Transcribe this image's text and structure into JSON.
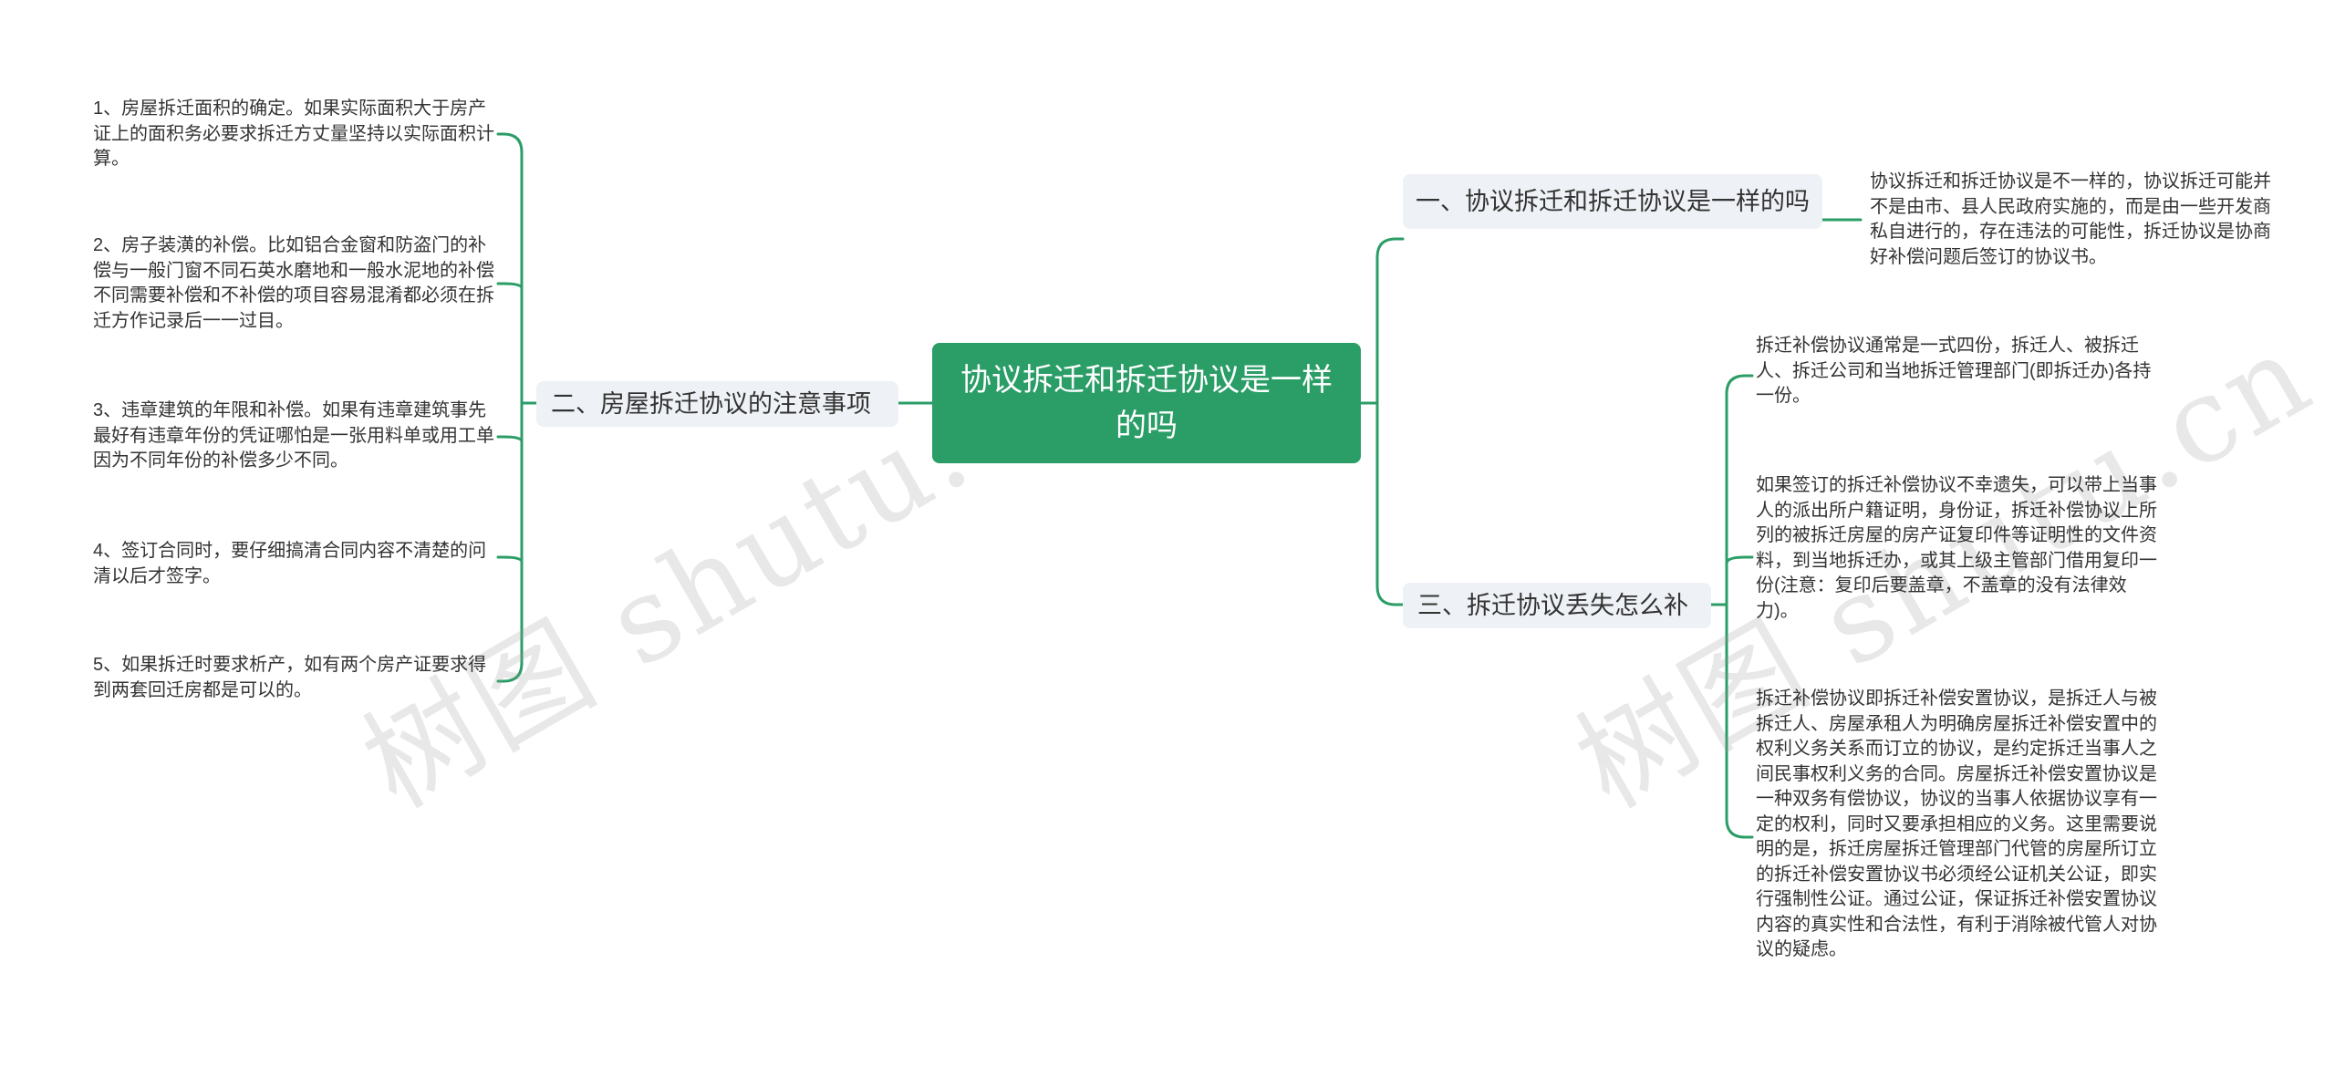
{
  "center": {
    "title": "协议拆迁和拆迁协议是一样的吗"
  },
  "branches": {
    "b1": {
      "label": "一、协议拆迁和拆迁协议是一样的吗"
    },
    "b2": {
      "label": "二、房屋拆迁协议的注意事项"
    },
    "b3": {
      "label": "三、拆迁协议丢失怎么补"
    }
  },
  "leaves": {
    "b1": [
      "协议拆迁和拆迁协议是不一样的，协议拆迁可能并不是由市、县人民政府实施的，而是由一些开发商私自进行的，存在违法的可能性，拆迁协议是协商好补偿问题后签订的协议书。"
    ],
    "b2": [
      "1、房屋拆迁面积的确定。如果实际面积大于房产证上的面积务必要求拆迁方丈量坚持以实际面积计算。",
      "2、房子装潢的补偿。比如铝合金窗和防盗门的补偿与一般门窗不同石英水磨地和一般水泥地的补偿不同需要补偿和不补偿的项目容易混淆都必须在拆迁方作记录后一一过目。",
      "3、违章建筑的年限和补偿。如果有违章建筑事先最好有违章年份的凭证哪怕是一张用料单或用工单因为不同年份的补偿多少不同。",
      "4、签订合同时，要仔细搞清合同内容不清楚的问清以后才签字。",
      "5、如果拆迁时要求析产，如有两个房产证要求得到两套回迁房都是可以的。"
    ],
    "b3": [
      "拆迁补偿协议通常是一式四份，拆迁人、被拆迁人、拆迁公司和当地拆迁管理部门(即拆迁办)各持一份。",
      "如果签订的拆迁补偿协议不幸遗失，可以带上当事人的派出所户籍证明，身份证，拆迁补偿协议上所列的被拆迁房屋的房产证复印件等证明性的文件资料，到当地拆迁办，或其上级主管部门借用复印一份(注意：复印后要盖章，不盖章的没有法律效力)。",
      "拆迁补偿协议即拆迁补偿安置协议，是拆迁人与被拆迁人、房屋承租人为明确房屋拆迁补偿安置中的权利义务关系而订立的协议，是约定拆迁当事人之间民事权利义务的合同。房屋拆迁补偿安置协议是一种双务有偿协议，协议的当事人依据协议享有一定的权利，同时又要承担相应的义务。这里需要说明的是，拆迁房屋拆迁管理部门代管的房屋所订立的拆迁补偿安置协议书必须经公证机关公证，即实行强制性公证。通过公证，保证拆迁补偿安置协议内容的真实性和合法性，有利于消除被代管人对协议的疑虑。"
    ]
  },
  "watermarks": [
    "树图 shutu.cn",
    "树图 shutu.cn"
  ],
  "colors": {
    "accent": "#2b9d67",
    "branch_bg": "#eef1f5",
    "line": "#2b9d67"
  }
}
